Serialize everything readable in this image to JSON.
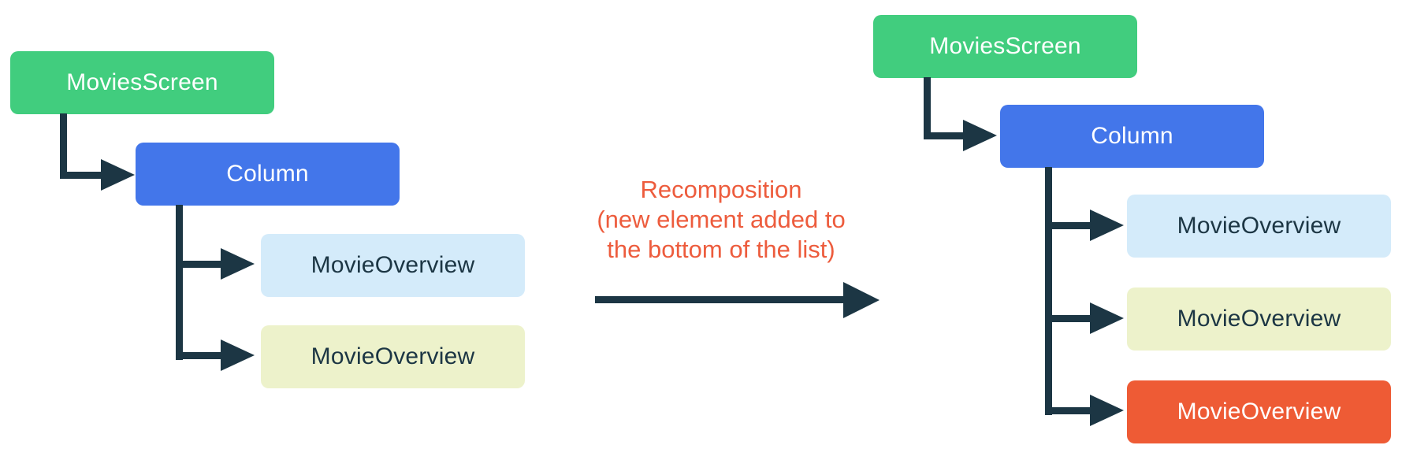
{
  "diagram": {
    "title_hint": "recomposition tree diagram",
    "colors": {
      "background": "#FFFFFF",
      "root_green": "#41CD7E",
      "column_blue": "#4376EA",
      "item_light_blue": "#D4EBFA",
      "item_pale_lime": "#EDF2CB",
      "item_new_orange": "#EE5B35",
      "connector_navy": "#1C3644",
      "annotation_orange": "#ED5C3D"
    },
    "before_tree": {
      "root": {
        "label": "MoviesScreen",
        "color": "#41CD7E"
      },
      "child": {
        "label": "Column",
        "color": "#4376EA"
      },
      "items": [
        {
          "label": "MovieOverview",
          "color": "#D4EBFA"
        },
        {
          "label": "MovieOverview",
          "color": "#EDF2CB"
        }
      ]
    },
    "transition": {
      "lines": [
        "Recomposition",
        "(new element added to",
        "the bottom of the list)"
      ],
      "text_color": "#ED5C3D",
      "arrow_color": "#1C3644"
    },
    "after_tree": {
      "root": {
        "label": "MoviesScreen",
        "color": "#41CD7E"
      },
      "child": {
        "label": "Column",
        "color": "#4376EA"
      },
      "items": [
        {
          "label": "MovieOverview",
          "color": "#D4EBFA"
        },
        {
          "label": "MovieOverview",
          "color": "#EDF2CB"
        },
        {
          "label": "MovieOverview",
          "color": "#EE5B35",
          "new_item": true
        }
      ]
    }
  }
}
